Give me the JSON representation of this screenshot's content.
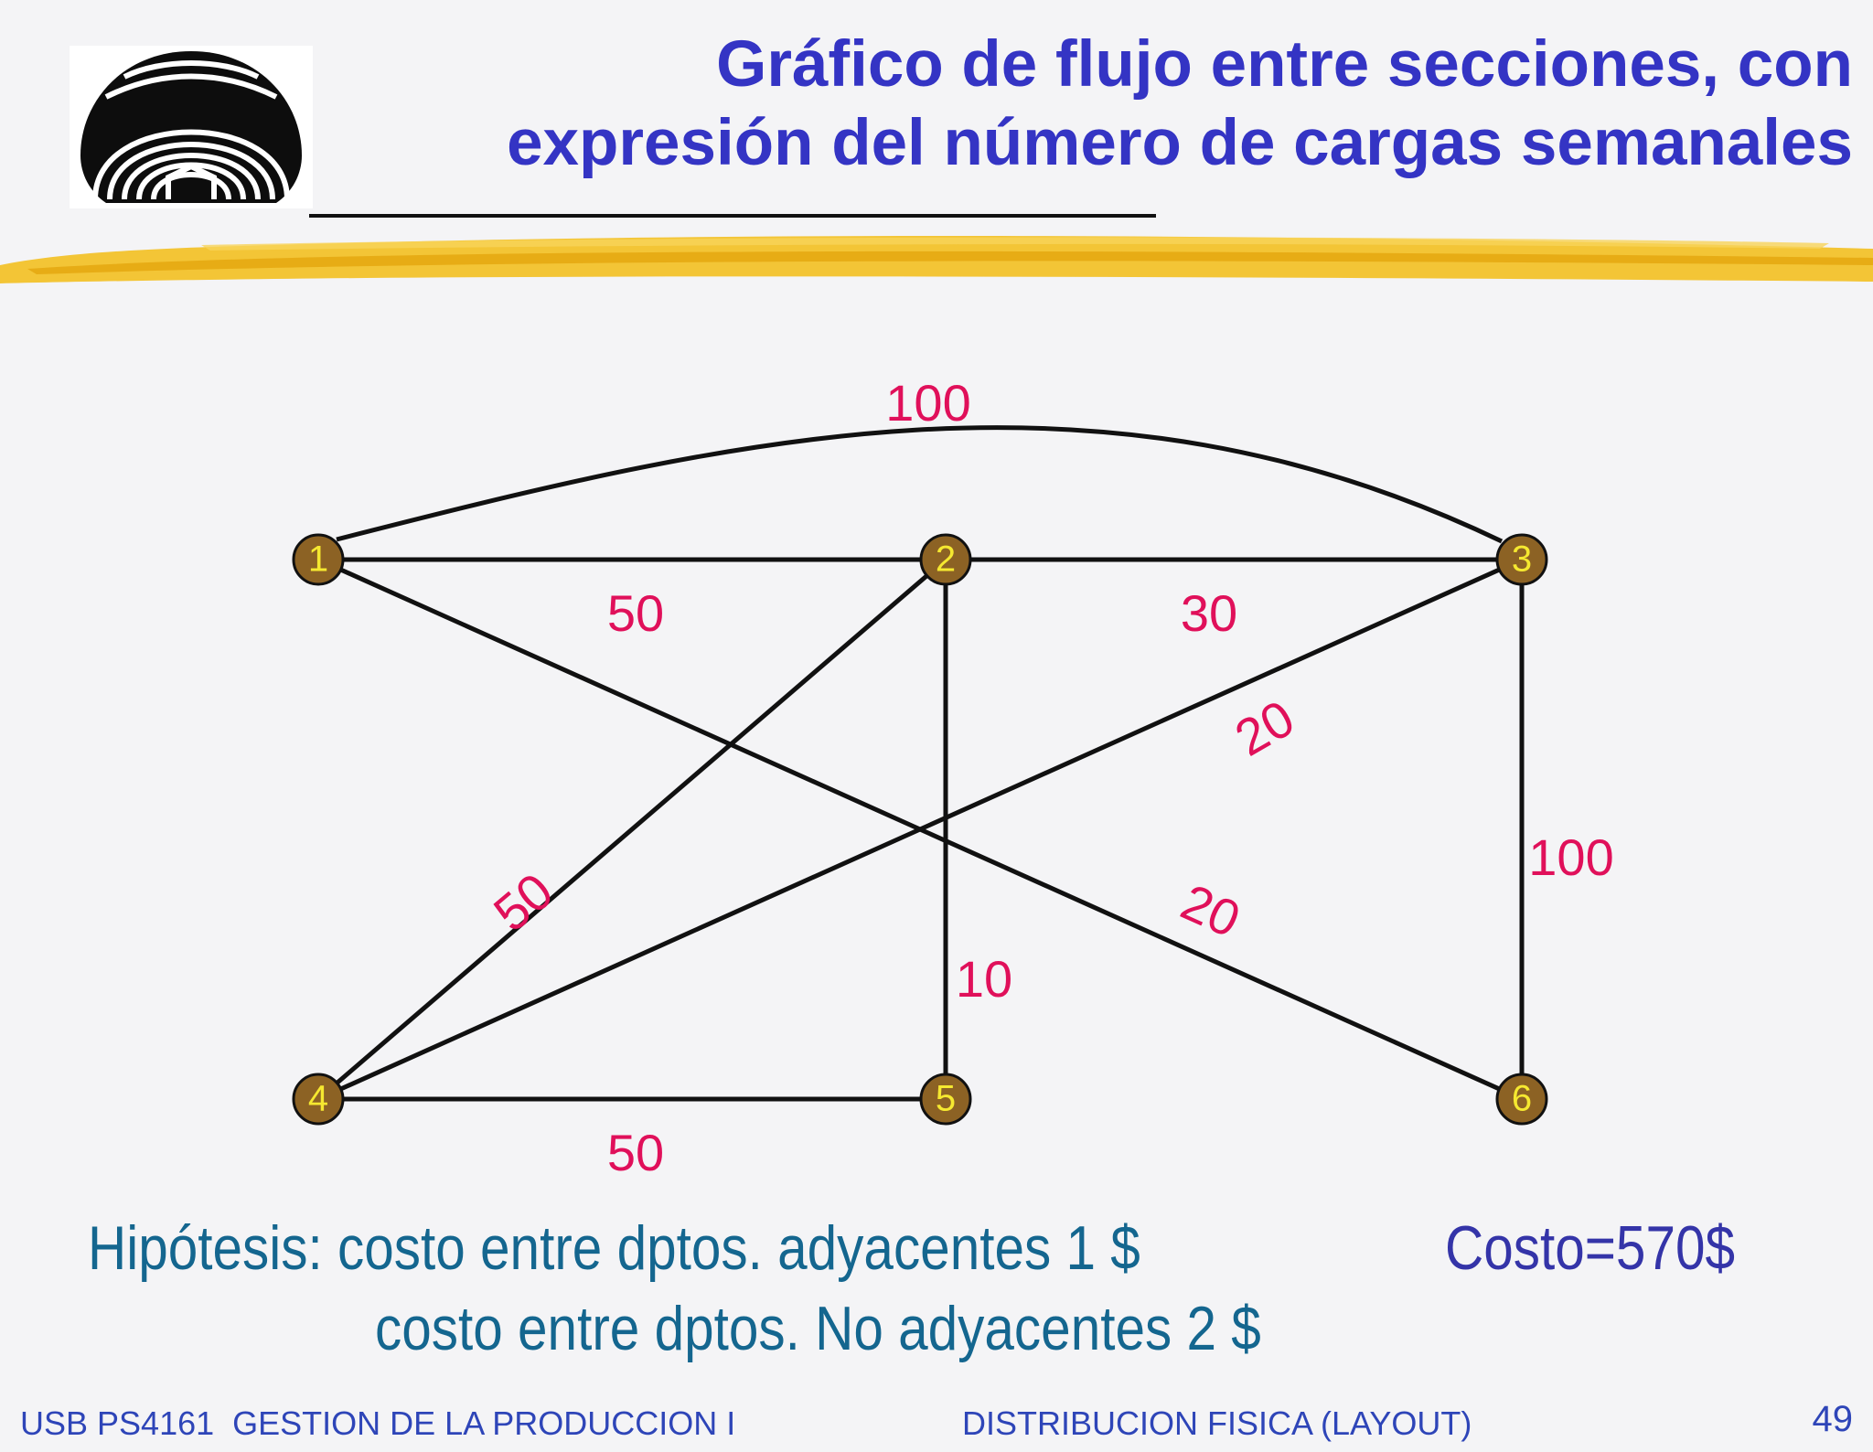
{
  "title": {
    "line1": "Gráfico de flujo entre secciones, con",
    "line2": "expresión del número de cargas semanales"
  },
  "diagram": {
    "nodes": [
      {
        "id": "1",
        "label": "1"
      },
      {
        "id": "2",
        "label": "2"
      },
      {
        "id": "3",
        "label": "3"
      },
      {
        "id": "4",
        "label": "4"
      },
      {
        "id": "5",
        "label": "5"
      },
      {
        "id": "6",
        "label": "6"
      }
    ],
    "edges": [
      {
        "from": "1",
        "to": "3",
        "weight": "100"
      },
      {
        "from": "1",
        "to": "2",
        "weight": "50"
      },
      {
        "from": "2",
        "to": "3",
        "weight": "30"
      },
      {
        "from": "3",
        "to": "4",
        "weight": "20"
      },
      {
        "from": "3",
        "to": "6",
        "weight": "100"
      },
      {
        "from": "2",
        "to": "4",
        "weight": "50"
      },
      {
        "from": "1",
        "to": "6",
        "weight": "20"
      },
      {
        "from": "2",
        "to": "5",
        "weight": "10"
      },
      {
        "from": "4",
        "to": "5",
        "weight": "50"
      }
    ],
    "colors": {
      "node_fill": "#8c6224",
      "node_label": "#f5e830",
      "edge": "#111111",
      "weight": "#e0105a"
    }
  },
  "hypothesis": {
    "line1": "Hipótesis: costo entre dptos. adyacentes 1 $",
    "line2": "costo entre dptos. No adyacentes 2 $",
    "cost": "Costo=570$"
  },
  "footer": {
    "left": "USB PS4161  GESTION DE LA PRODUCCION I",
    "center": "DISTRIBUCION FISICA (LAYOUT)",
    "page": "49"
  },
  "colors": {
    "title": "#3434c4",
    "hypothesis": "#14668f",
    "footer": "#2e45b8",
    "accent_stroke": "#f2c025"
  }
}
